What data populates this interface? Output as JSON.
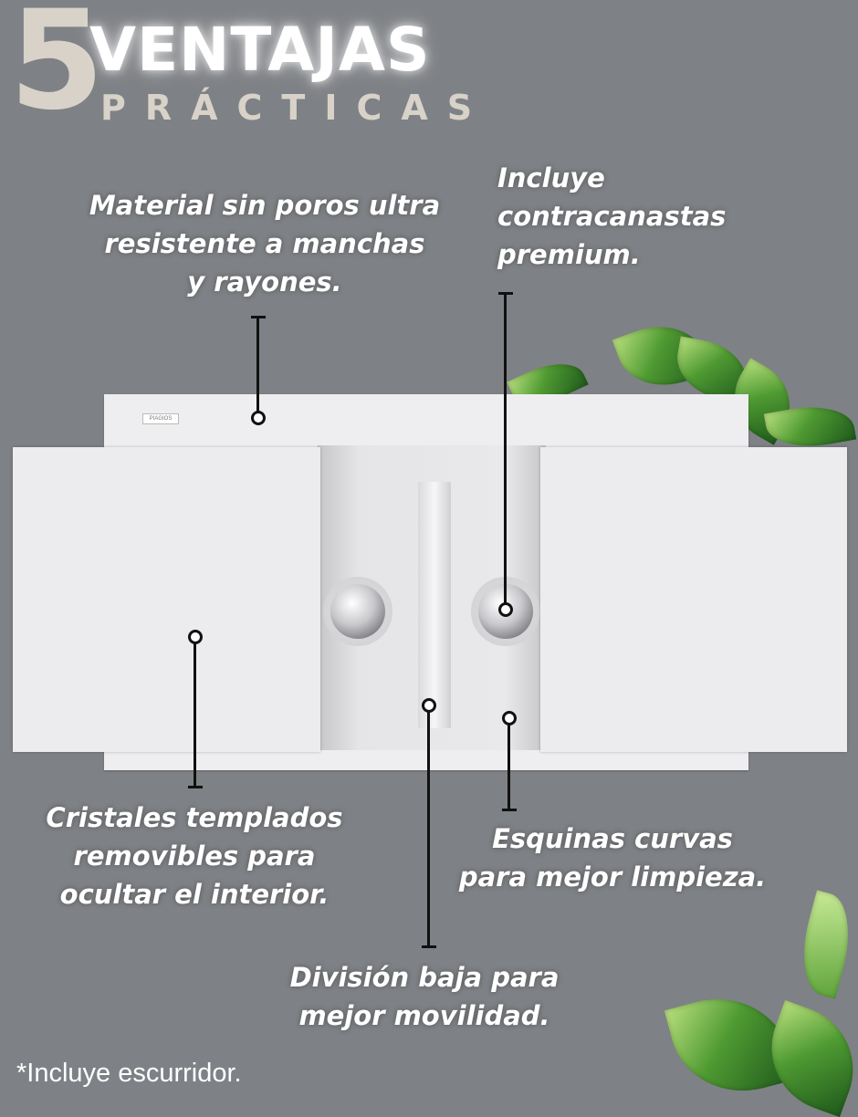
{
  "header": {
    "number": "5",
    "title": "VENTAJAS",
    "subtitle": "PRÁCTICAS"
  },
  "product": {
    "brand_badge": "PIAGIOS"
  },
  "features": {
    "material": [
      "Material sin poros ultra",
      "resistente a manchas",
      "y rayones."
    ],
    "baskets": [
      "Incluye",
      "contracanastas",
      "premium."
    ],
    "glass": [
      "Cristales templados",
      "removibles para",
      "ocultar el interior."
    ],
    "corners": [
      "Esquinas curvas",
      "para mejor limpieza."
    ],
    "division": [
      "División baja para",
      "mejor movilidad."
    ]
  },
  "footnote": "*Incluye escurridor.",
  "colors": {
    "background": "#7e8185",
    "number_color": "#d8d2c8",
    "title_color": "#ffffff",
    "pointer": "#111111"
  }
}
